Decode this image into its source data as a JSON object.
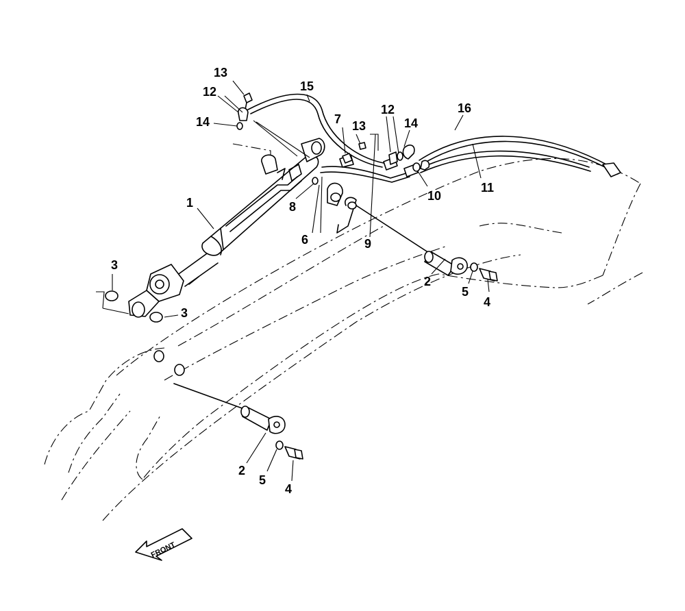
{
  "callouts": {
    "c1": "1",
    "c2a": "2",
    "c2b": "2",
    "c3a": "3",
    "c3b": "3",
    "c4a": "4",
    "c4b": "4",
    "c5a": "5",
    "c5b": "5",
    "c6": "6",
    "c7": "7",
    "c8": "8",
    "c9": "9",
    "c10": "10",
    "c11": "11",
    "c12a": "12",
    "c12b": "12",
    "c13a": "13",
    "c13b": "13",
    "c14a": "14",
    "c14b": "14",
    "c15": "15",
    "c16": "16"
  },
  "front_arrow": {
    "label": "FRONT"
  }
}
